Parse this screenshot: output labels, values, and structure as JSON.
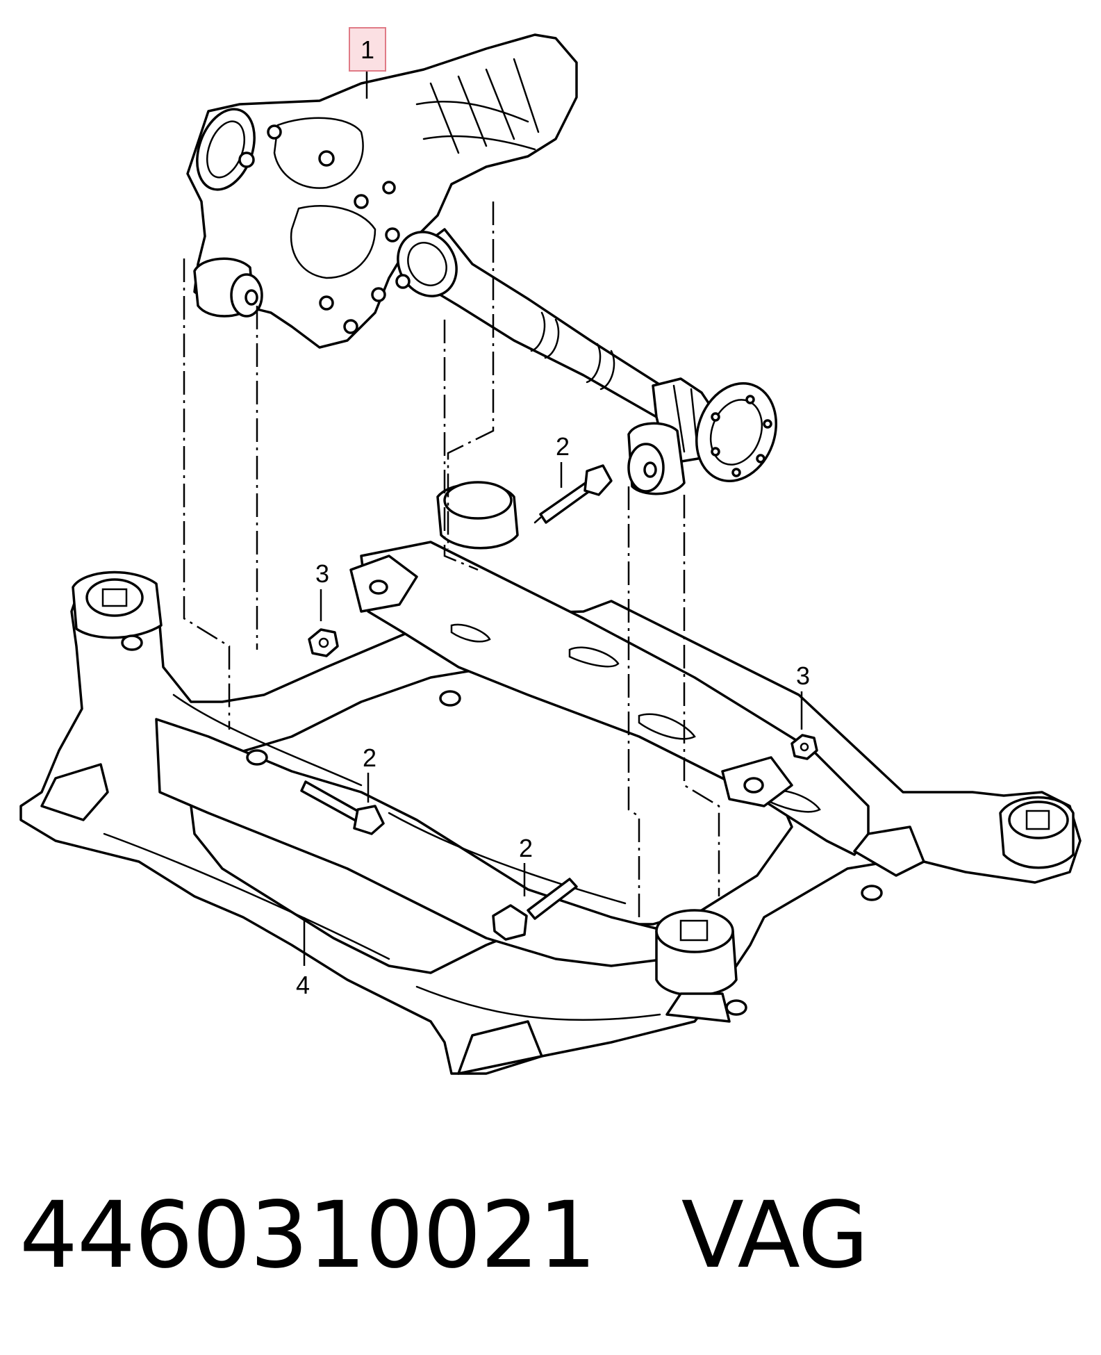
{
  "diagram": {
    "callouts": [
      {
        "label": "1",
        "highlighted": true
      },
      {
        "label": "2"
      },
      {
        "label": "2"
      },
      {
        "label": "2"
      },
      {
        "label": "3"
      },
      {
        "label": "3"
      },
      {
        "label": "4"
      }
    ],
    "highlight_color": "#fbe0e3",
    "highlight_border_color": "#e07a86"
  },
  "caption": {
    "part_number": "4460310021",
    "brand": "VAG"
  }
}
